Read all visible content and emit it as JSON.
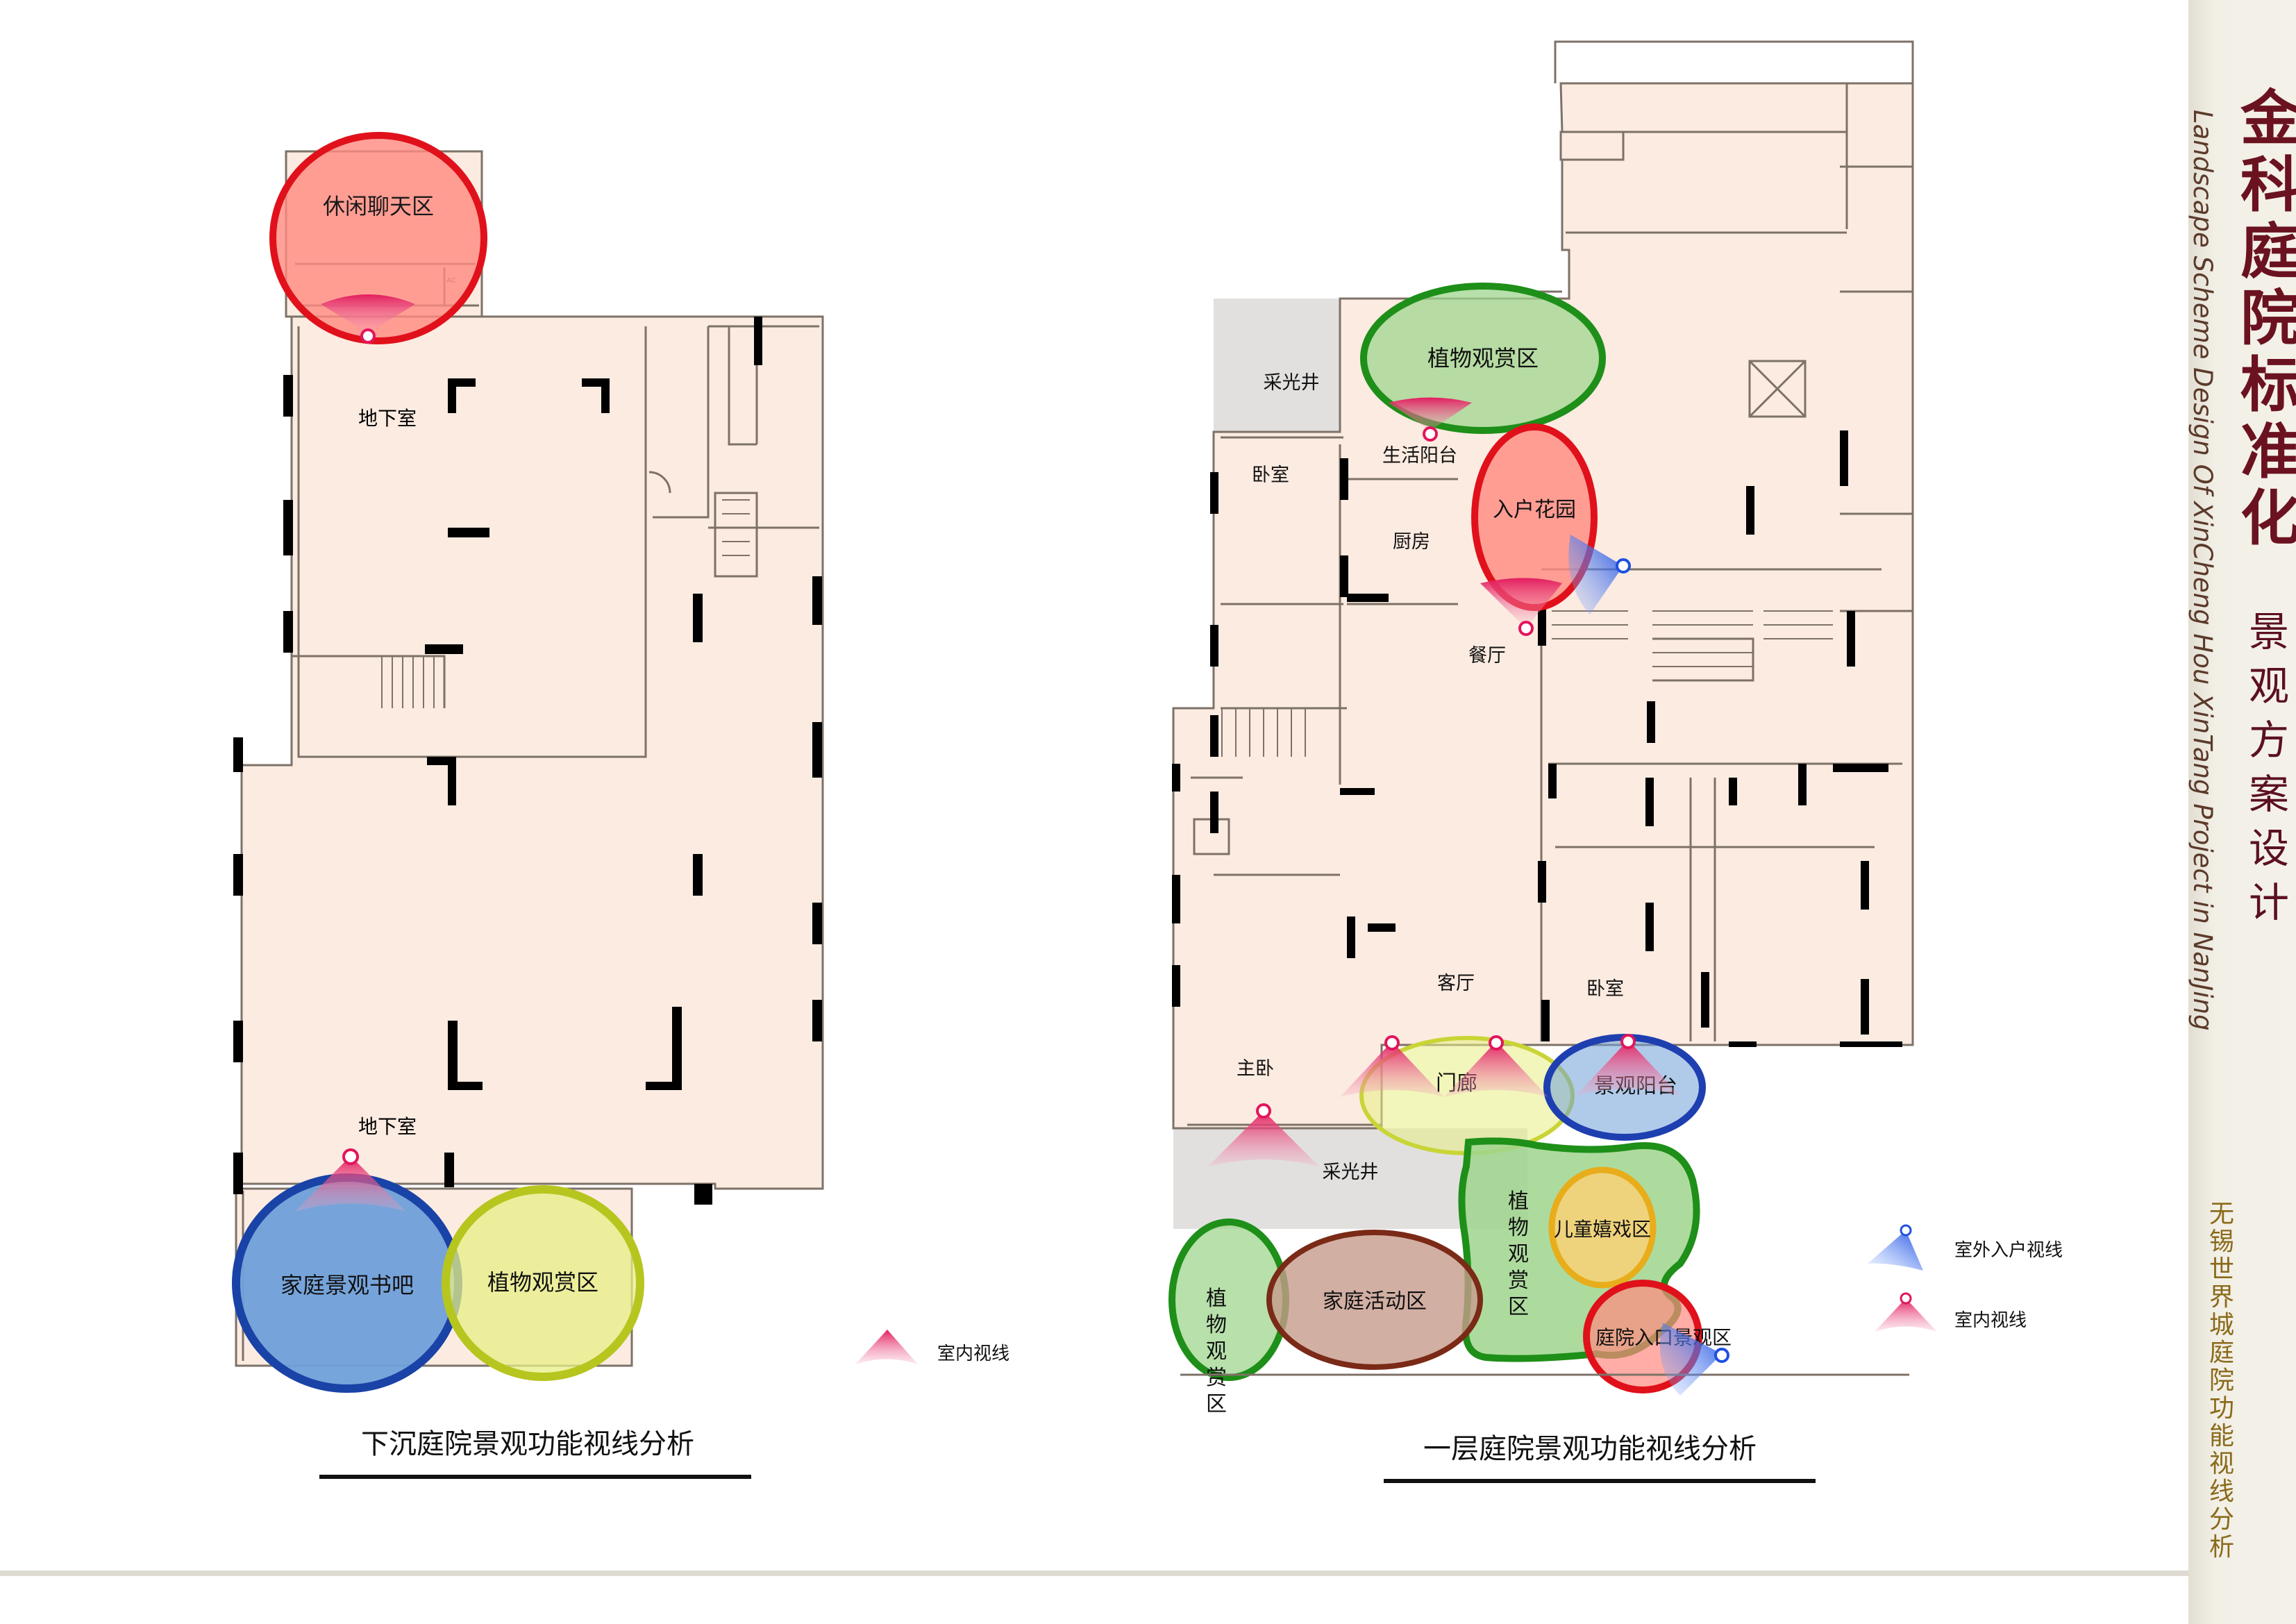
{
  "sidebar": {
    "title": "金科庭院标准化",
    "subtitle_en": "Landscape Scheme Design Of XinCheng Hou XinTang Project in NanJing",
    "design_label": "景观方案设计",
    "page_topic": "无锡世界城庭院功能视线分析"
  },
  "left_plan": {
    "caption": "下沉庭院景观功能视线分析",
    "rooms": {
      "basement_top": "地下室",
      "basement_bottom": "地下室"
    },
    "zones": {
      "leisure": "休闲聊天区",
      "reading": "家庭景观书吧",
      "plants": "植物观赏区"
    },
    "legend_indoor": "室内视线",
    "ac_label": "AC"
  },
  "right_plan": {
    "caption": "一层庭院景观功能视线分析",
    "rooms": {
      "light_well_top": "采光井",
      "bedroom_a": "卧室",
      "utility_balcony": "生活阳台",
      "kitchen": "厨房",
      "dining": "餐厅",
      "living": "客厅",
      "bedroom_b": "卧室",
      "master_bedroom": "主卧",
      "light_well_bottom": "采光井"
    },
    "zones": {
      "plants_top": "植物观赏区",
      "entry_garden": "入户花园",
      "porch": "门廊",
      "view_balcony": "景观阳台",
      "plants_right": "植物观赏区",
      "kids": "儿童嬉戏区",
      "plants_left": "植物观赏区",
      "family": "家庭活动区",
      "entrance": "庭院入口景观区"
    }
  },
  "legend": {
    "outdoor": "室外入户视线",
    "indoor": "室内视线"
  },
  "colors": {
    "floor": "#fcebe1",
    "wall": "#000000",
    "red_zone": "#ff8a80",
    "green_zone": "#9fd58d",
    "yellow_zone": "#e7ef84",
    "blue_zone": "#6fa0d9",
    "brown_zone": "#c79b8c",
    "sight_pink": "#e8306b",
    "sight_blue": "#1f5ee0",
    "sidebar_bg": "#efebe1",
    "title_brown": "#6b1220"
  }
}
